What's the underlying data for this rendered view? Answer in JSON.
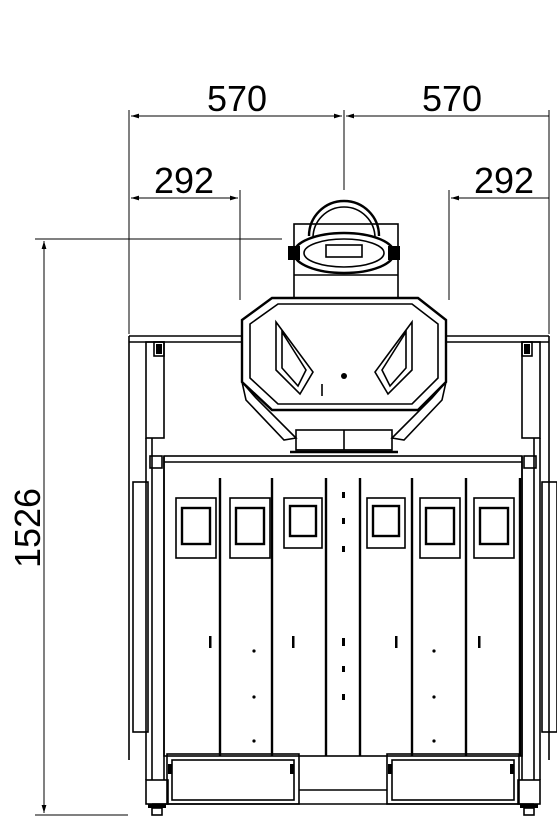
{
  "dimensions": {
    "width_left": "570",
    "width_right": "570",
    "offset_left": "292",
    "offset_right": "292",
    "height": "1526"
  },
  "colors": {
    "line": "#000000",
    "background": "#ffffff"
  }
}
